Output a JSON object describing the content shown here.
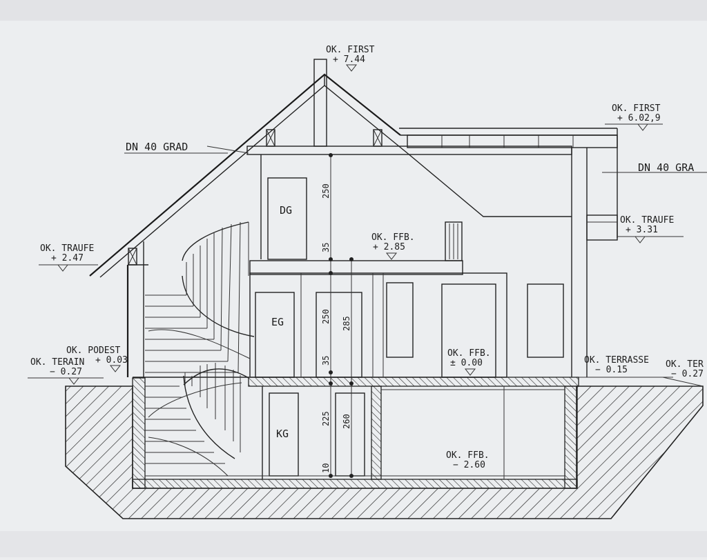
{
  "levels": {
    "ridge_main": {
      "label": "OK. FIRST",
      "value": "+ 7.44"
    },
    "ridge_annex": {
      "label": "OK. FIRST",
      "value": "+ 6.02,9"
    },
    "eave_left": {
      "label": "OK. TRAUFE",
      "value": "+ 2.47"
    },
    "eave_right": {
      "label": "OK. TRAUFE",
      "value": "+ 3.31"
    },
    "landing": {
      "label": "OK. PODEST",
      "value": "+ 0.03"
    },
    "terrain_left": {
      "label": "OK. TERAIN",
      "value": "− 0.27"
    },
    "terrain_right": {
      "label": "OK. TER",
      "value": "− 0.27"
    },
    "terrace": {
      "label": "OK. TERRASSE",
      "value": "− 0.15"
    },
    "ffb_dg": {
      "label": "OK. FFB.",
      "value": "+ 2.85"
    },
    "ffb_eg": {
      "label": "OK. FFB.",
      "value": "± 0.00"
    },
    "ffb_kg": {
      "label": "OK. FFB.",
      "value": "− 2.60"
    }
  },
  "roof_pitch": {
    "left": "DN 40 GRAD",
    "right": "DN 40 GRA"
  },
  "rooms": {
    "dg": "DG",
    "eg": "EG",
    "kg": "KG"
  },
  "dimensions": {
    "dg_height": "250",
    "dg_slab": "35",
    "eg_height": "250",
    "eg_total": "285",
    "eg_slab": "35",
    "kg_height": "225",
    "kg_total": "260",
    "kg_slab": "10"
  }
}
